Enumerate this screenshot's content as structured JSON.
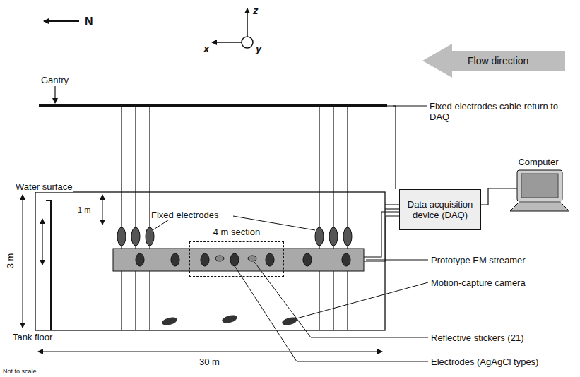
{
  "diagram": {
    "nodes": [
      {
        "text": [
          "4 m section"
        ]
      },
      {
        "text": [
          "Data acquisition device (DAQ)"
        ]
      },
      {
        "text": [
          "Computer"
        ]
      }
    ],
    "edges": [
      {
        "from": 1,
        "to": 2,
        "arrow": "none"
      }
    ],
    "labels": [
      "N",
      "z",
      "x",
      "y",
      "Flow direction",
      "Gantry",
      "Fixed electrodes cable return to DAQ",
      "Fixed electrodes",
      "Water surface",
      "1 m",
      "3 m",
      "Prototype EM streamer",
      "Motion-capture camera",
      "Tank floor",
      "Reflective stickers (21)",
      "Electrodes (AgAgCl types)",
      "30 m",
      "Not to scale"
    ]
  }
}
